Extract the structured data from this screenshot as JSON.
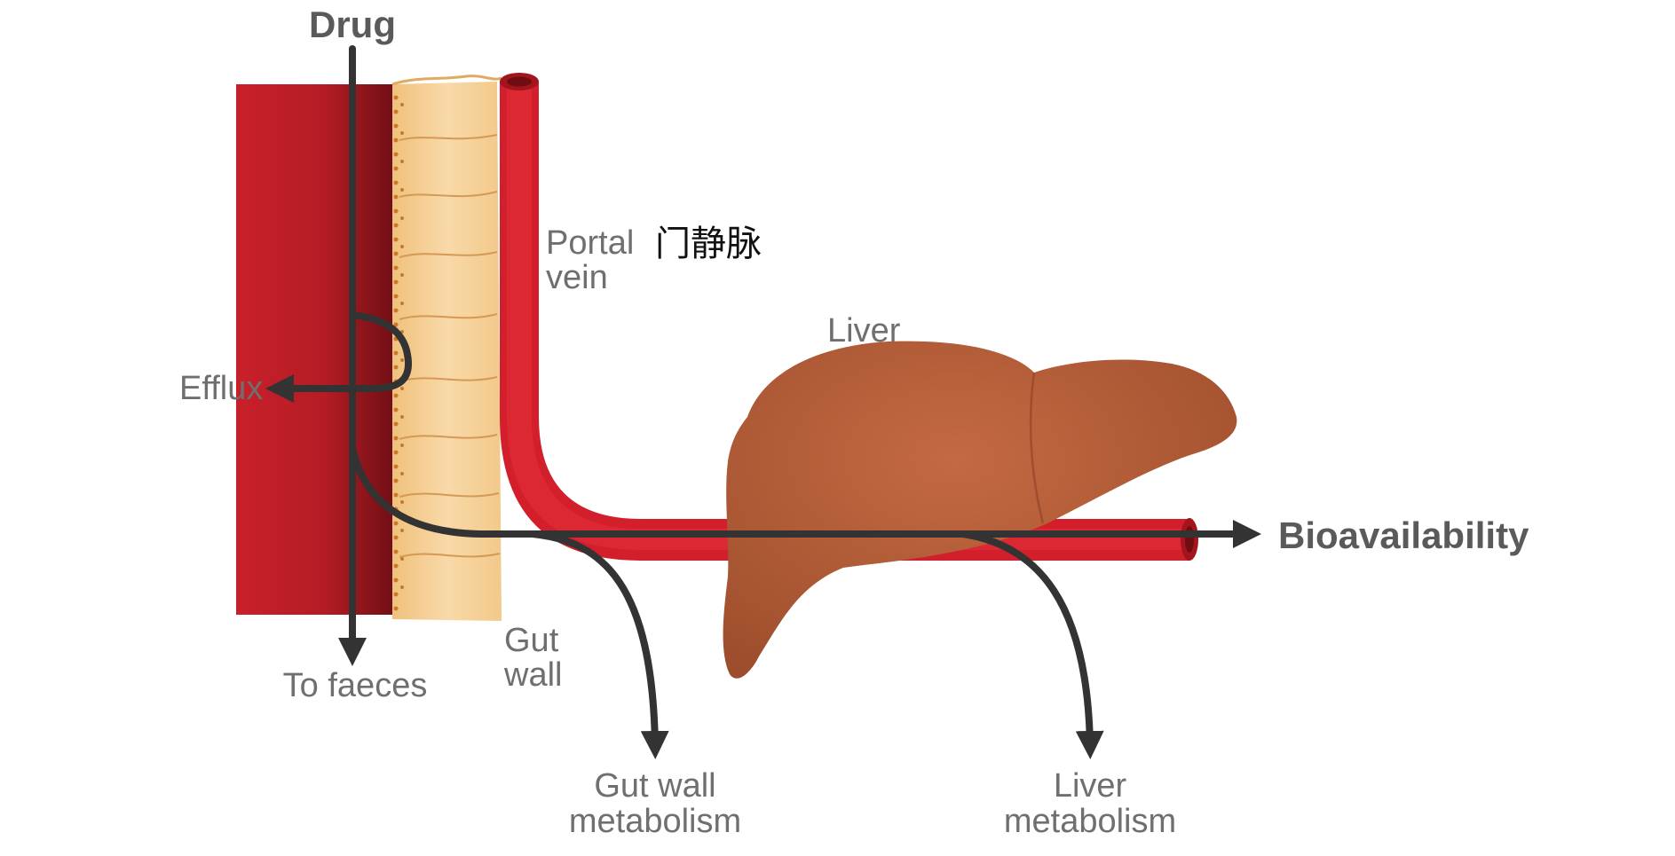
{
  "labels": {
    "drug": "Drug",
    "portal_vein_line1": "Portal",
    "portal_vein_line2": "vein",
    "portal_vein_cn": "门静脉",
    "liver": "Liver",
    "efflux": "Efflux",
    "bioavailability": "Bioavailability",
    "to_faeces": "To faeces",
    "gut_wall_line1": "Gut",
    "gut_wall_line2": "wall",
    "gut_wall_metabolism_line1": "Gut wall",
    "gut_wall_metabolism_line2": "metabolism",
    "liver_metabolism_line1": "Liver",
    "liver_metabolism_line2": "metabolism"
  },
  "colors": {
    "gut_lumen": "#c8202a",
    "gut_lumen_dark": "#7a1016",
    "gut_wall": "#f5cf95",
    "gut_wall_dots": "#c9782a",
    "portal_vein": "#d21f2b",
    "liver": "#b35c37",
    "arrow": "#333333"
  }
}
